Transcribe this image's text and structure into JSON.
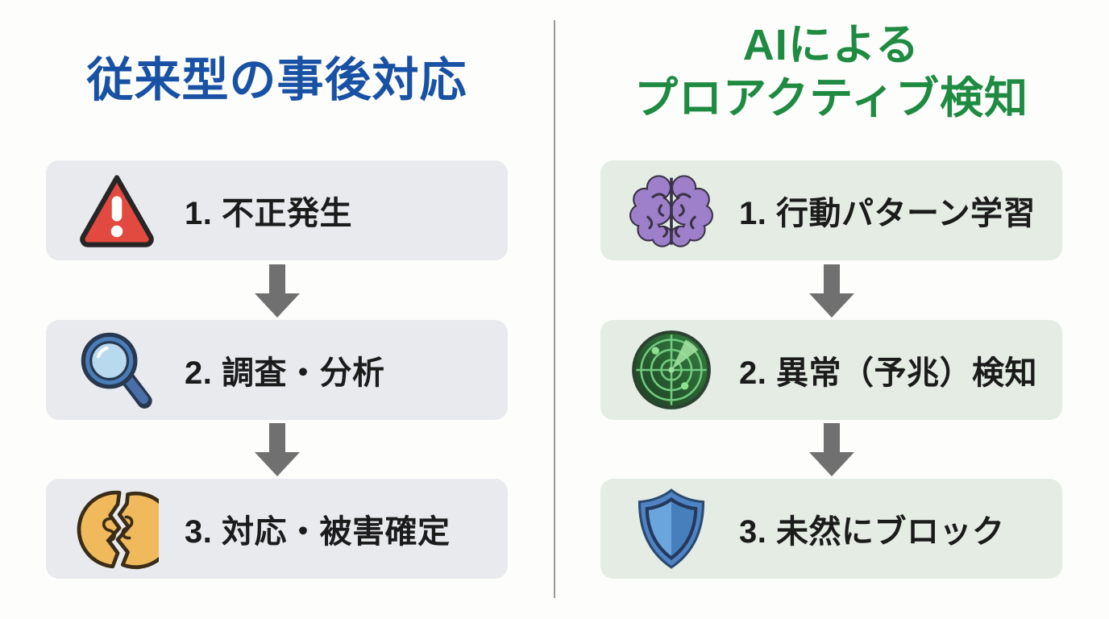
{
  "page": {
    "background_color": "#fdfdfb",
    "divider_color": "#9a9a9a",
    "arrow_color": "#707070",
    "text_color": "#1b1b1b"
  },
  "left_column": {
    "title": "従来型の事後対応",
    "title_color": "#1952a5",
    "box_background": "#e8eaee",
    "steps": [
      {
        "label": "1. 不正発生",
        "icon": "warning-icon"
      },
      {
        "label": "2. 調査・分析",
        "icon": "magnifier-icon"
      },
      {
        "label": "3. 対応・被害確定",
        "icon": "broken-coin-icon"
      }
    ]
  },
  "right_column": {
    "title_line1": "AIによる",
    "title_line2": "プロアクティブ検知",
    "title_color": "#1f8b42",
    "box_background": "#e4ece4",
    "steps": [
      {
        "label": "1. 行動パターン学習",
        "icon": "brain-icon"
      },
      {
        "label": "2. 異常（予兆）検知",
        "icon": "radar-icon"
      },
      {
        "label": "3. 未然にブロック",
        "icon": "shield-icon"
      }
    ]
  },
  "icon_colors": {
    "warning_red": "#e2493f",
    "magnifier_blue": "#4a7db8",
    "magnifier_lens": "#b9d9ef",
    "coin_gold": "#f0b95b",
    "brain_purple": "#9d7fca",
    "radar_green_dark": "#24542d",
    "radar_green_light": "#72c97f",
    "shield_blue_light": "#6aa5dc",
    "shield_blue_dark": "#477fbd"
  }
}
